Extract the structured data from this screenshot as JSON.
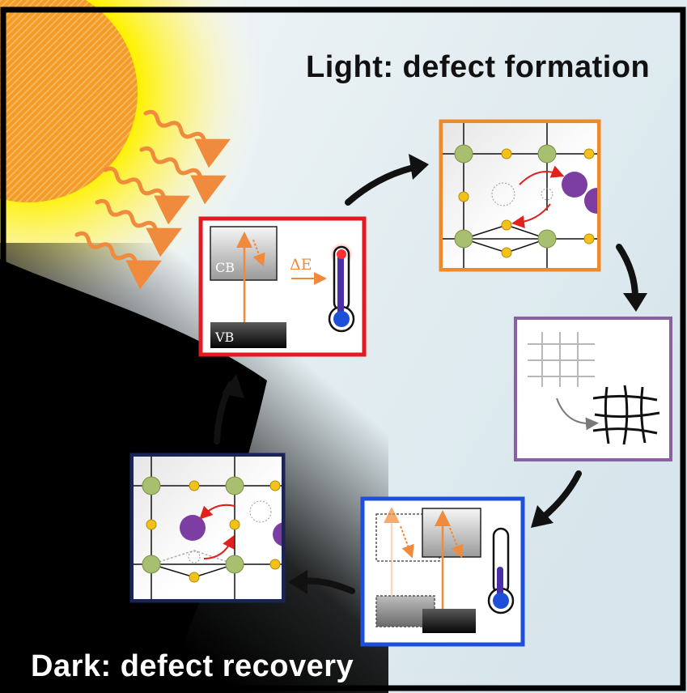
{
  "headings": {
    "light": "Light: defect formation",
    "dark": "Dark: defect recovery"
  },
  "panels": {
    "excitation": {
      "conduction_band_label": "CB",
      "valence_band_label": "VB",
      "energy_label": "ΔE",
      "thermometer_state": "hot"
    },
    "defect_formation": {
      "content": "lattice with ion migration into interstitial site"
    },
    "lattice_distortion": {
      "content": "regular grid distorting into strained grid"
    },
    "relaxation": {
      "thermometer_state": "cool"
    },
    "defect_recovery": {
      "content": "ion returning to vacancy site"
    }
  },
  "colors": {
    "sun": "#f39b26",
    "sun_glow": "#fff200",
    "photon": "#f08a3c",
    "excitation_frame": "#e21b22",
    "defect_formation_frame": "#ef8a2b",
    "lattice_distortion_frame": "#8a61a0",
    "relaxation_frame": "#1d4fd8",
    "defect_recovery_frame": "#1b2457",
    "cycle_arrow": "#111111",
    "migration_arrow": "#e0211d",
    "green_atom": "#a7bf6e",
    "yellow_atom": "#f3c21a",
    "purple_atom": "#7d3ea3"
  }
}
